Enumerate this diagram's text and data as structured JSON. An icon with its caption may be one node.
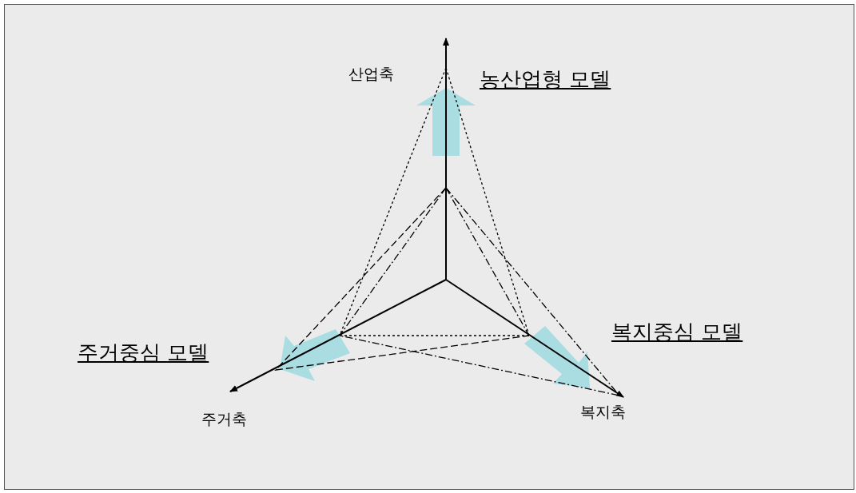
{
  "diagram": {
    "labels": [
      "산업축",
      "농산업형 모델",
      "주거중심 모델",
      "복지중심 모델",
      "주거축",
      "복지축"
    ]
  }
}
